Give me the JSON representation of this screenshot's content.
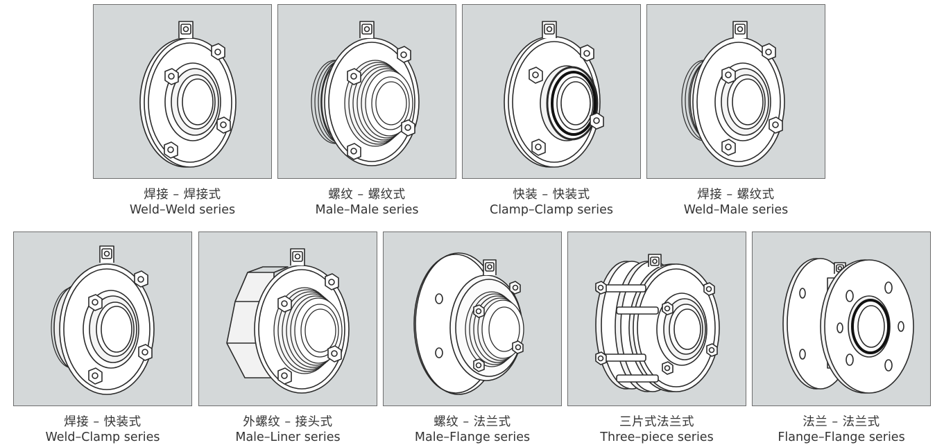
{
  "products": [
    {
      "id": "weld-weld",
      "zh": "焊接 – 焊接式",
      "en": "Weld–Weld series"
    },
    {
      "id": "male-male",
      "zh": "螺纹 – 螺纹式",
      "en": "Male–Male series"
    },
    {
      "id": "clamp-clamp",
      "zh": "快装 – 快装式",
      "en": "Clamp–Clamp series"
    },
    {
      "id": "weld-male",
      "zh": "焊接 – 螺纹式",
      "en": "Weld–Male series"
    },
    {
      "id": "weld-clamp",
      "zh": "焊接 – 快装式",
      "en": "Weld–Clamp series"
    },
    {
      "id": "male-liner",
      "zh": "外螺纹 – 接头式",
      "en": "Male–Liner series"
    },
    {
      "id": "male-flange",
      "zh": "螺纹 – 法兰式",
      "en": "Male–Flange series"
    },
    {
      "id": "three-piece",
      "zh": "三片式法兰式",
      "en": "Three–piece series"
    },
    {
      "id": "flange-flange",
      "zh": "法兰 – 法兰式",
      "en": "Flange–Flange series"
    }
  ],
  "colors": {
    "tile_bg": "#d4d8d9",
    "tile_border": "#6d6d6d",
    "text": "#333333"
  }
}
